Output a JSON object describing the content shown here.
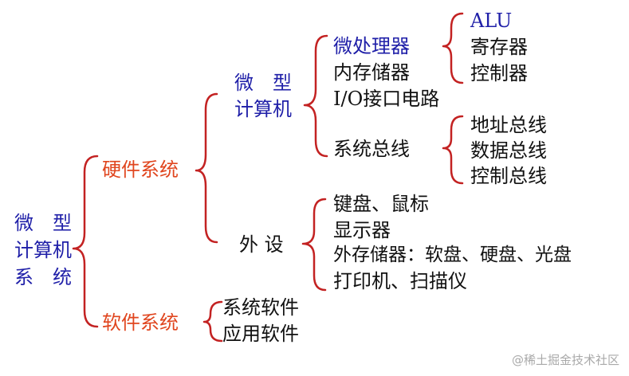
{
  "root": {
    "line1": "微　型",
    "line2": "计算机",
    "line3": "系　统"
  },
  "hardware": {
    "label": "硬件系统",
    "micro": {
      "line1": "微　型",
      "line2": "计算机",
      "cpu": {
        "label": "微处理器",
        "children": [
          "ALU",
          "寄存器",
          "控制器"
        ]
      },
      "memory": "内存储器",
      "io": "I/O接口电路",
      "bus": {
        "label": "系统总线",
        "children": [
          "地址总线",
          "数据总线",
          "控制总线"
        ]
      }
    },
    "peripheral": {
      "label": "外 设",
      "children": [
        "键盘、鼠标",
        "显示器",
        "外存储器：软盘、硬盘、光盘",
        "打印机、扫描仪"
      ]
    }
  },
  "software": {
    "label": "软件系统",
    "children": [
      "系统软件",
      "应用软件"
    ]
  },
  "watermark": "@稀土掘金技术社区"
}
